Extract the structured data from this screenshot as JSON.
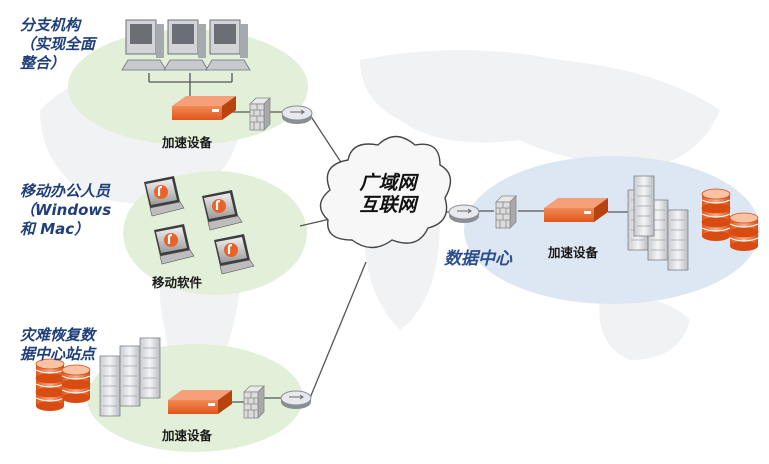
{
  "branch": {
    "line1": "分支机构",
    "line2": "（实现全面",
    "line3": "整合）",
    "device_label": "加速设备"
  },
  "mobile": {
    "line1": "移动办公人员",
    "line2": "（Windows",
    "line3": "和 Mac）",
    "software_label": "移动软件"
  },
  "dr": {
    "line1": "灾难恢复数",
    "line2": "据中心站点",
    "device_label": "加速设备"
  },
  "wan": {
    "line1": "广域网",
    "line2": "互联网"
  },
  "datacenter": {
    "label": "数据中心",
    "device_label": "加速设备"
  },
  "colors": {
    "branch_zone": "#e2f0d9",
    "dc_zone": "#dde7f3",
    "appliance": "#e8632a",
    "link": "#555555",
    "label_blue": "#1f3f7a"
  }
}
